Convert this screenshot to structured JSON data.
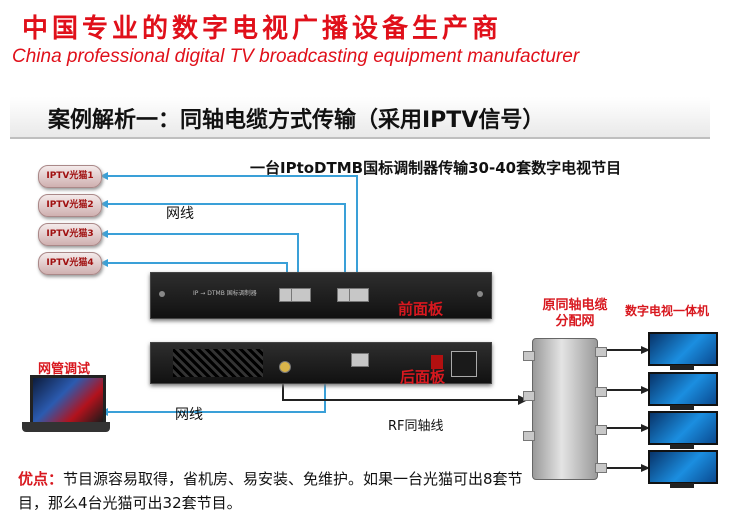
{
  "header": {
    "title_cn": "中国专业的数字电视广播设备生产商",
    "title_en": "China professional digital TV broadcasting equipment manufacturer"
  },
  "section": {
    "title": "案例解析一：同轴电缆方式传输（采用IPTV信号）",
    "subtitle": "一台IPtoDTMB国标调制器传输30-40套数字电视节目"
  },
  "modems": [
    "IPTV光猫1",
    "IPTV光猫2",
    "IPTV光猫3",
    "IPTV光猫4"
  ],
  "device": {
    "front_label": "前面板",
    "rear_label": "后面板",
    "front_text": "IP → DTMB 国标调制器"
  },
  "labels": {
    "network_cable_1": "网线",
    "network_cable_2": "网线",
    "coax": "RF同轴线",
    "splitter": "原同轴电缆分配网",
    "tv": "数字电视一体机",
    "nms": "网管调试"
  },
  "advantage": {
    "key": "优点：",
    "text": "节目源容易取得，省机房、易安装、免维护。如果一台光猫可出8套节目，那么4台光猫可出32套节目。"
  },
  "colors": {
    "brand_red": "#e0101a",
    "cable_blue": "#3aa0d8",
    "coax_line": "#222222"
  },
  "icons": {
    "modem": "modem-icon",
    "modulator": "modulator-icon",
    "splitter": "splitter-icon",
    "tv": "tv-icon",
    "laptop": "laptop-icon"
  }
}
